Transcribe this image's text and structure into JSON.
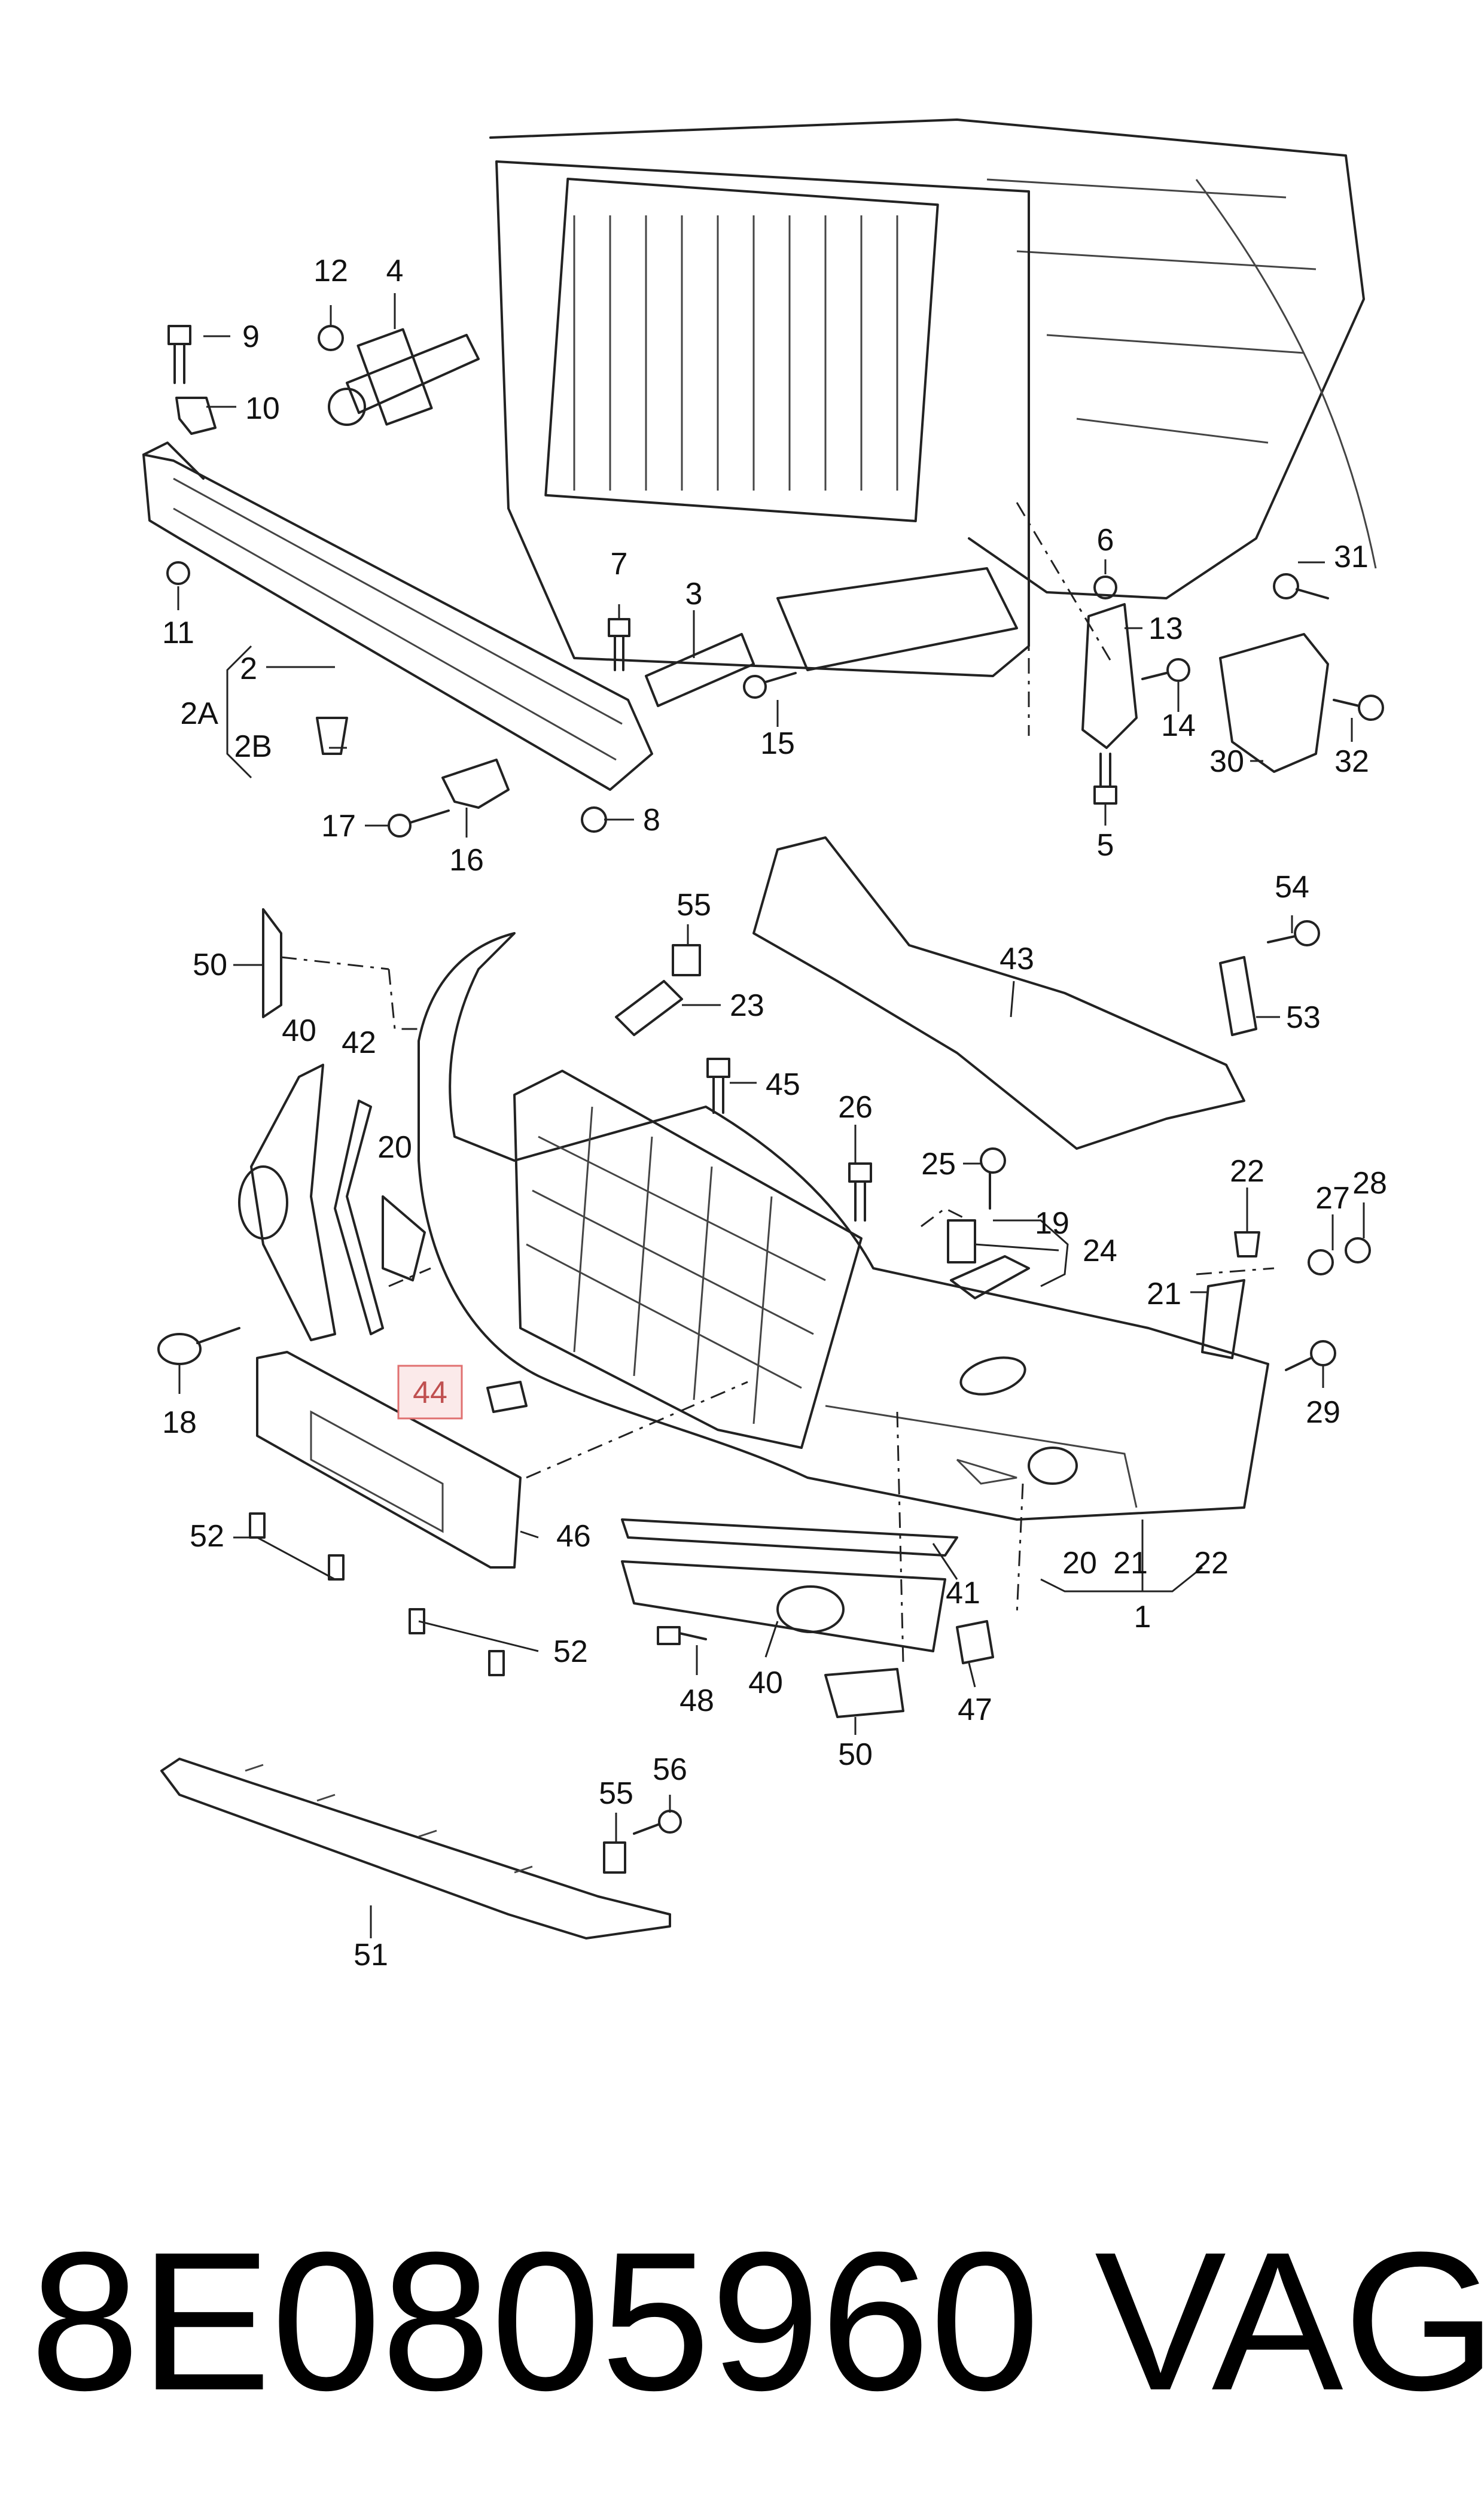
{
  "callouts": [
    {
      "id": "c12",
      "label": "12"
    },
    {
      "id": "c4",
      "label": "4"
    },
    {
      "id": "c9",
      "label": "9"
    },
    {
      "id": "c10",
      "label": "10"
    },
    {
      "id": "c11",
      "label": "11"
    },
    {
      "id": "c2",
      "label": "2"
    },
    {
      "id": "c2A",
      "label": "2A"
    },
    {
      "id": "c2B",
      "label": "2B"
    },
    {
      "id": "c7",
      "label": "7"
    },
    {
      "id": "c3",
      "label": "3"
    },
    {
      "id": "c15",
      "label": "15"
    },
    {
      "id": "c17",
      "label": "17"
    },
    {
      "id": "c16",
      "label": "16"
    },
    {
      "id": "c8",
      "label": "8"
    },
    {
      "id": "c6",
      "label": "6"
    },
    {
      "id": "c13",
      "label": "13"
    },
    {
      "id": "c14",
      "label": "14"
    },
    {
      "id": "c5",
      "label": "5"
    },
    {
      "id": "c31",
      "label": "31"
    },
    {
      "id": "c30",
      "label": "30"
    },
    {
      "id": "c32",
      "label": "32"
    },
    {
      "id": "c50a",
      "label": "50"
    },
    {
      "id": "c55a",
      "label": "55"
    },
    {
      "id": "c23",
      "label": "23"
    },
    {
      "id": "c43",
      "label": "43"
    },
    {
      "id": "c54",
      "label": "54"
    },
    {
      "id": "c53",
      "label": "53"
    },
    {
      "id": "c40a",
      "label": "40"
    },
    {
      "id": "c42",
      "label": "42"
    },
    {
      "id": "c45",
      "label": "45"
    },
    {
      "id": "c26",
      "label": "26"
    },
    {
      "id": "c20a",
      "label": "20"
    },
    {
      "id": "c25",
      "label": "25"
    },
    {
      "id": "c19",
      "label": "19"
    },
    {
      "id": "c24",
      "label": "24"
    },
    {
      "id": "c22a",
      "label": "22"
    },
    {
      "id": "c27",
      "label": "27"
    },
    {
      "id": "c28",
      "label": "28"
    },
    {
      "id": "c21a",
      "label": "21"
    },
    {
      "id": "c44",
      "label": "44"
    },
    {
      "id": "c18",
      "label": "18"
    },
    {
      "id": "c29",
      "label": "29"
    },
    {
      "id": "c46",
      "label": "46"
    },
    {
      "id": "c52a",
      "label": "52"
    },
    {
      "id": "c41",
      "label": "41"
    },
    {
      "id": "c20b",
      "label": "20"
    },
    {
      "id": "c21b",
      "label": "21"
    },
    {
      "id": "c22b",
      "label": "22"
    },
    {
      "id": "c1",
      "label": "1"
    },
    {
      "id": "c52b",
      "label": "52"
    },
    {
      "id": "c48",
      "label": "48"
    },
    {
      "id": "c40b",
      "label": "40"
    },
    {
      "id": "c47",
      "label": "47"
    },
    {
      "id": "c50b",
      "label": "50"
    },
    {
      "id": "c55b",
      "label": "55"
    },
    {
      "id": "c56",
      "label": "56"
    },
    {
      "id": "c51",
      "label": "51"
    }
  ],
  "highlight": {
    "label": "44",
    "color": "#e07070"
  },
  "footer": {
    "part_number": "8E0805960",
    "brand": "VAG"
  }
}
